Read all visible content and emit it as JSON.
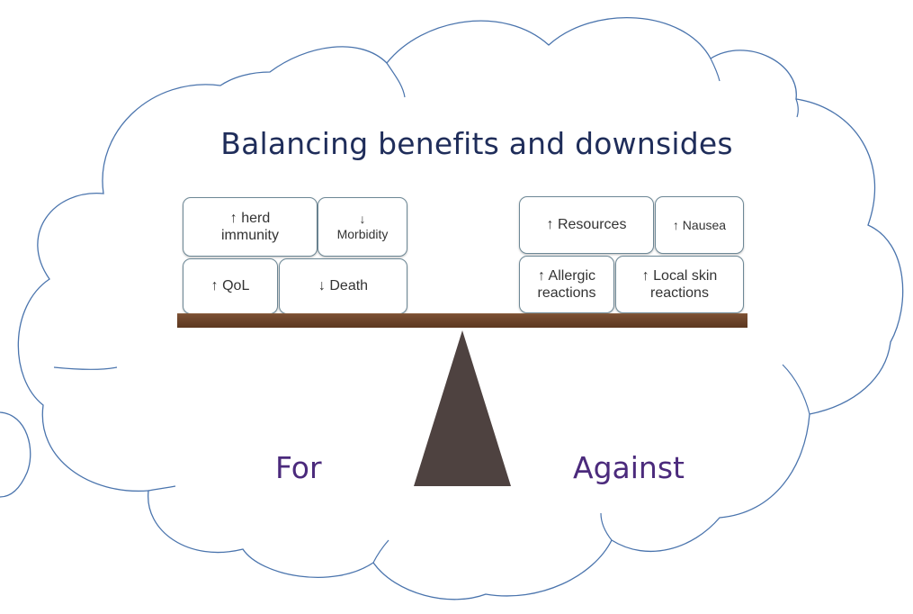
{
  "title": "Balancing benefits and downsides",
  "sides": {
    "for": "For",
    "against": "Against"
  },
  "benefits": [
    {
      "id": "herd",
      "text": "↑ herd\nimmunity"
    },
    {
      "id": "morbidity",
      "text": "↓\nMorbidity"
    },
    {
      "id": "qol",
      "text": "↑ QoL"
    },
    {
      "id": "death",
      "text": "↓ Death"
    }
  ],
  "downsides": [
    {
      "id": "resources",
      "text": "↑ Resources"
    },
    {
      "id": "nausea",
      "text": "↑ Nausea"
    },
    {
      "id": "allergic",
      "text": "↑ Allergic\nreactions"
    },
    {
      "id": "skin",
      "text": "↑ Local skin\nreactions"
    }
  ],
  "colors": {
    "cloud_stroke": "#4a74ad",
    "title": "#1f2d5a",
    "side_labels": "#4b2a7c",
    "beam": "#6b4428",
    "fulcrum": "#4e4240",
    "box_border": "#6d8896"
  }
}
